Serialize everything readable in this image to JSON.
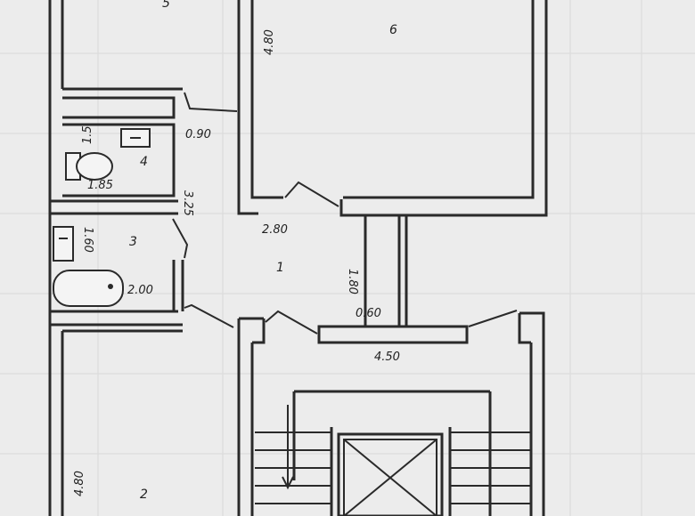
{
  "rooms": [
    {
      "id": "room-1",
      "label": "1"
    },
    {
      "id": "room-2",
      "label": "2"
    },
    {
      "id": "room-3",
      "label": "3"
    },
    {
      "id": "room-4",
      "label": "4"
    },
    {
      "id": "room-5",
      "label": "5"
    },
    {
      "id": "room-6",
      "label": "6"
    }
  ],
  "dimensions": {
    "room6_height": "4.80",
    "room4_width": "1.85",
    "room4_partial": "1.5",
    "door_090": "0.90",
    "corridor_325": "3.25",
    "corridor_280": "2.80",
    "bath_160": "1.60",
    "bath_200": "2.00",
    "corridor_180": "1.80",
    "wall_060": "0.60",
    "stair_450": "4.50",
    "room2_height": "4.80"
  }
}
